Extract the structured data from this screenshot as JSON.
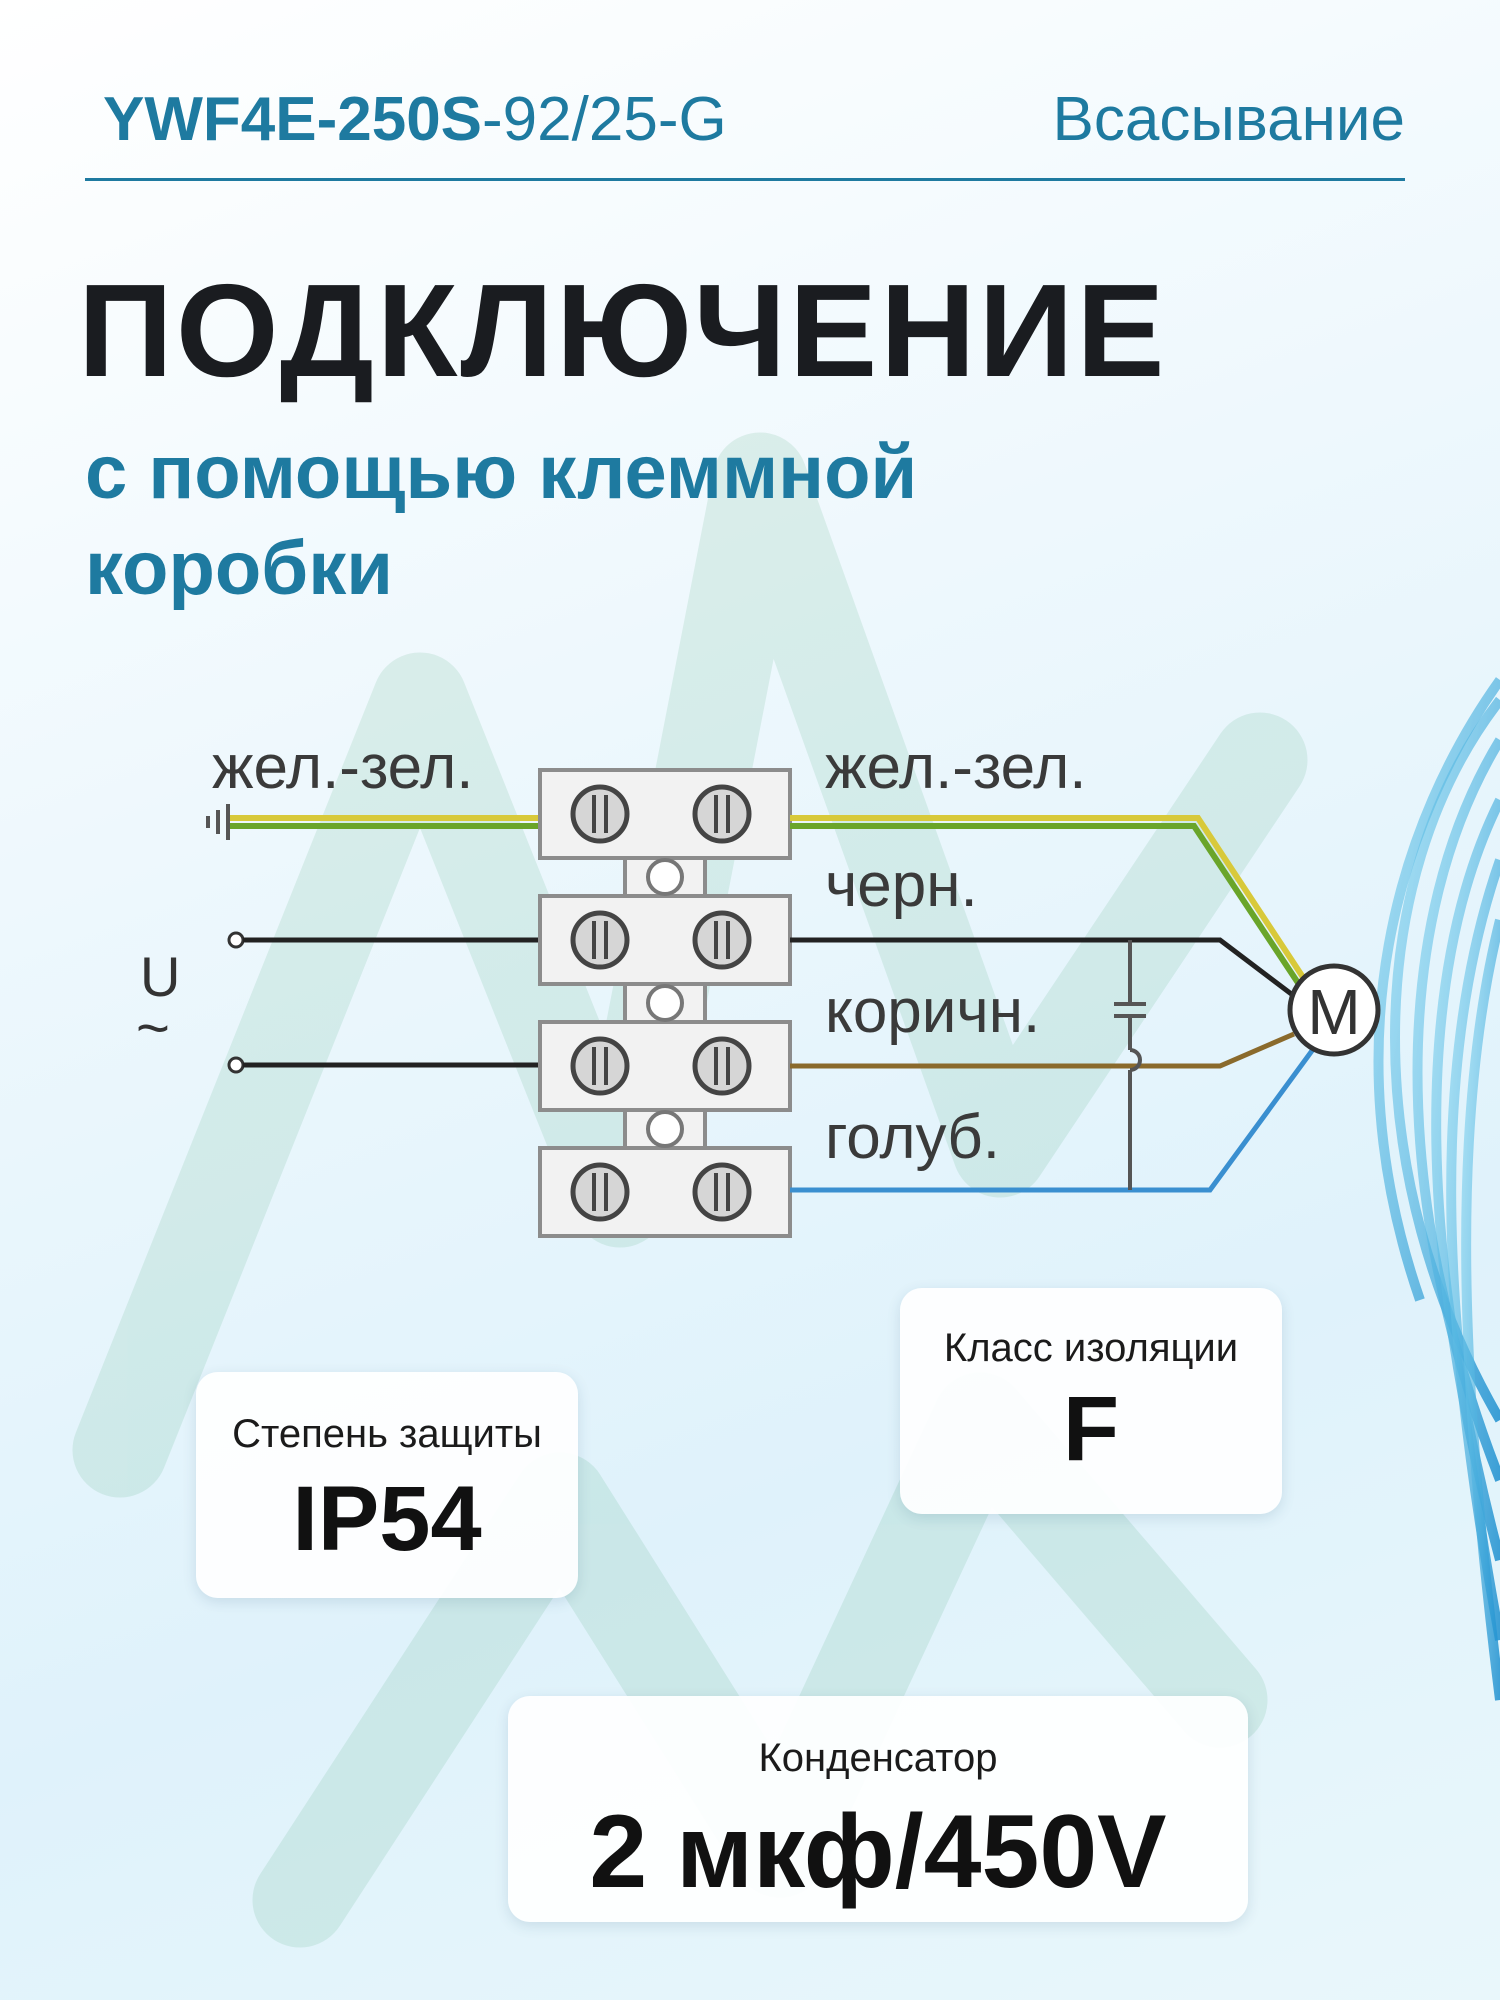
{
  "header": {
    "model_bold": "YWF4E-250S",
    "model_rest": "-92/25-G",
    "mode": "Всасывание"
  },
  "title": "ПОДКЛЮЧЕНИЕ",
  "subtitle": "с помощью клеммной коробки",
  "diagram": {
    "left_label": "жел.-зел.",
    "supply_symbol": "U",
    "supply_ac": "~",
    "motor": "M",
    "wires": [
      {
        "label": "жел.-зел.",
        "color": "#6aa52a"
      },
      {
        "label": "черн.",
        "color": "#222222"
      },
      {
        "label": "коричн.",
        "color": "#8a6a2c"
      },
      {
        "label": "голуб.",
        "color": "#3a8fd0"
      }
    ]
  },
  "specs": {
    "protection": {
      "label": "Степень защиты",
      "value": "IP54"
    },
    "insulation": {
      "label": "Класс изоляции",
      "value": "F"
    },
    "capacitor": {
      "label": "Конденсатор",
      "value": "2 мкф/450V"
    }
  },
  "colors": {
    "accent": "#1e7aa0",
    "title": "#1a1c20"
  }
}
